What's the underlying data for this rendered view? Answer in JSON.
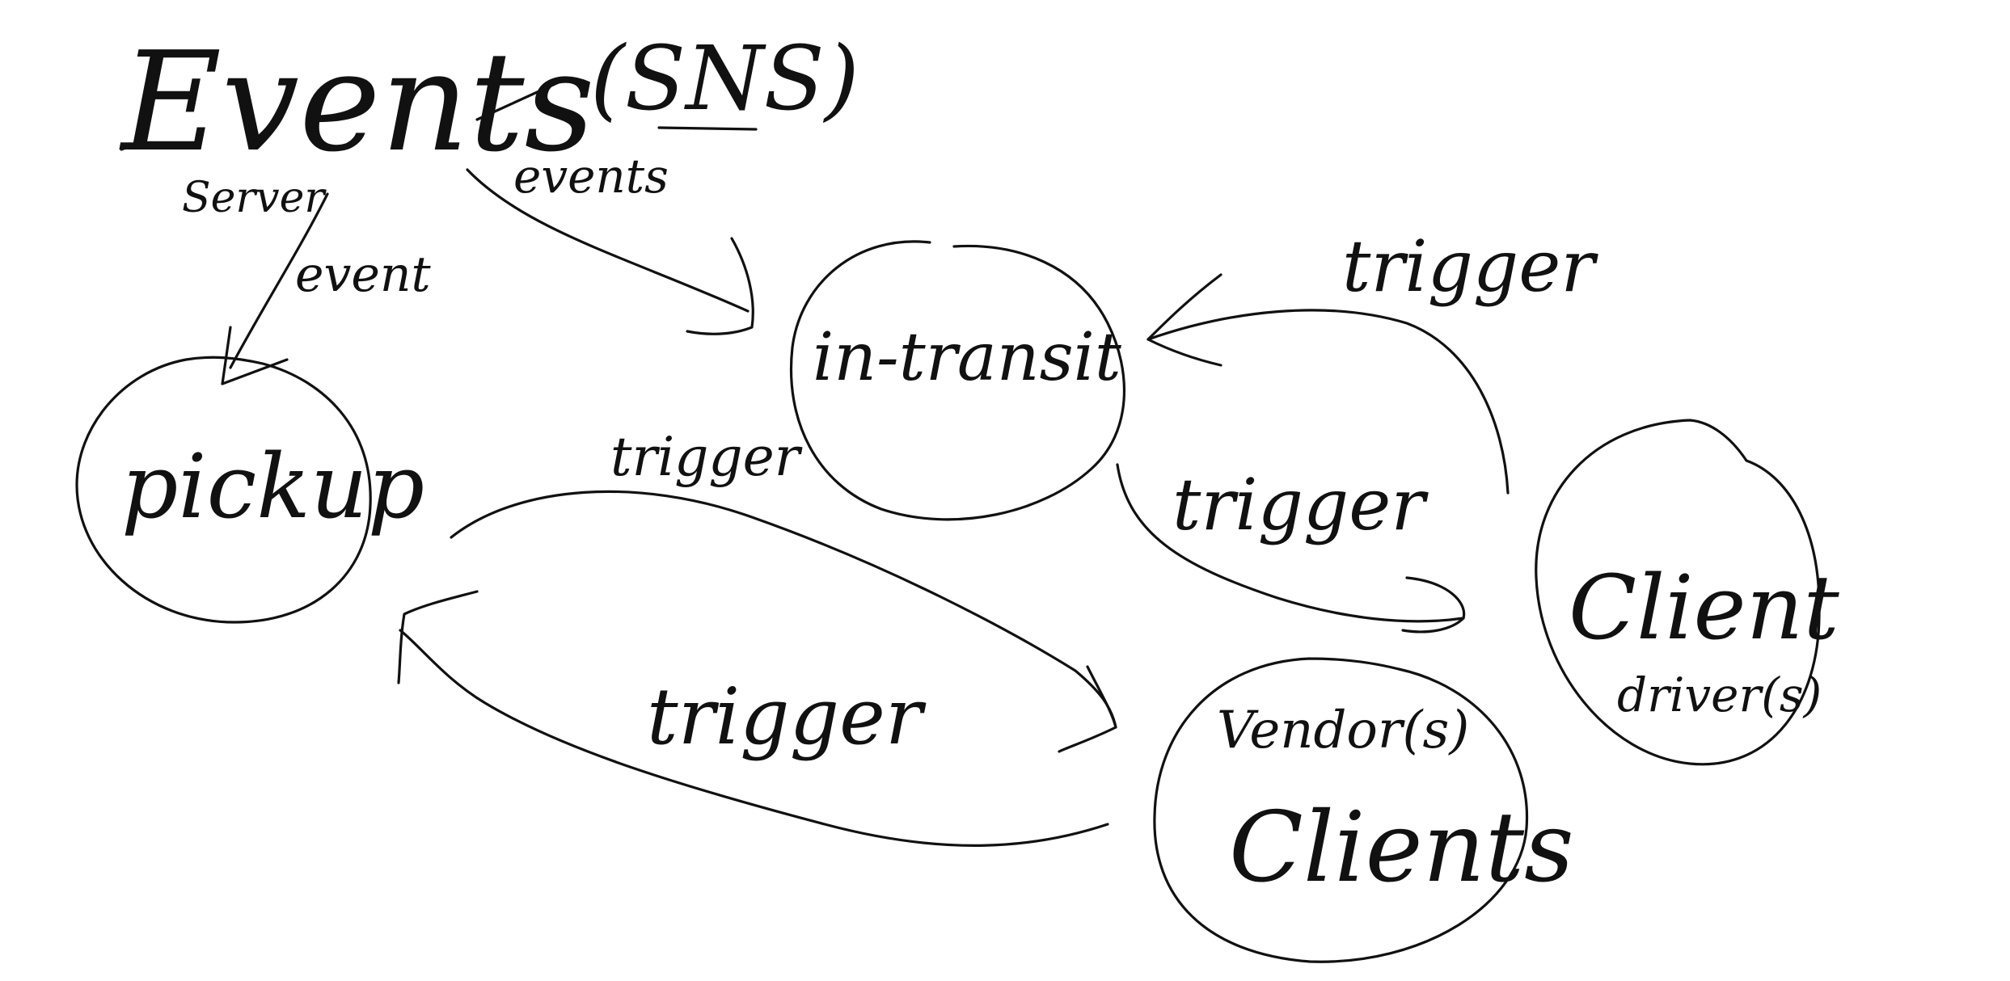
{
  "diagram": {
    "title": "Events",
    "title_note": "(SNS)",
    "server_label": "Server",
    "nodes": {
      "pickup": "pickup",
      "in_transit": "in-transit",
      "vendors": "Vendor(s)",
      "clients": "Clients",
      "client": "Client",
      "drivers": "driver(s)"
    },
    "edges": {
      "event": "event",
      "events": "events",
      "trigger_top_right": "trigger",
      "trigger_middle": "trigger",
      "trigger_upper_left": "trigger",
      "trigger_lower_left": "trigger"
    }
  },
  "colors": {
    "ink": "#111111",
    "background": "#ffffff"
  }
}
